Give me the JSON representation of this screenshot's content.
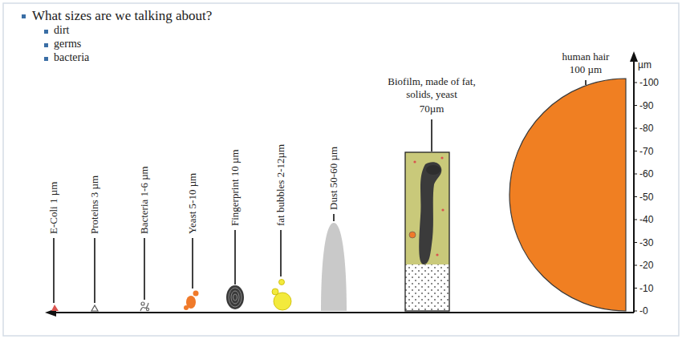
{
  "diagram": {
    "title": "What sizes are we talking about?",
    "labels": [
      "dirt",
      "germs",
      "bacteria",
      "E-Coli 1 µm",
      "Proteins 3 µm",
      "Bacteria 1-6 µm",
      "Yeast 5-10 µm",
      "Fingerprint 10 µm",
      "fat bubbles 2-12µm",
      "Dust 50-60 µm",
      "Biofilm, made of fat, solids, yeast",
      "70µm",
      "human hair",
      "100 µm",
      "µm",
      "-100",
      "-90",
      "-80",
      "-70",
      "-60",
      "-50",
      "-40",
      "-30",
      "-20",
      "-10",
      "-0"
    ]
  }
}
